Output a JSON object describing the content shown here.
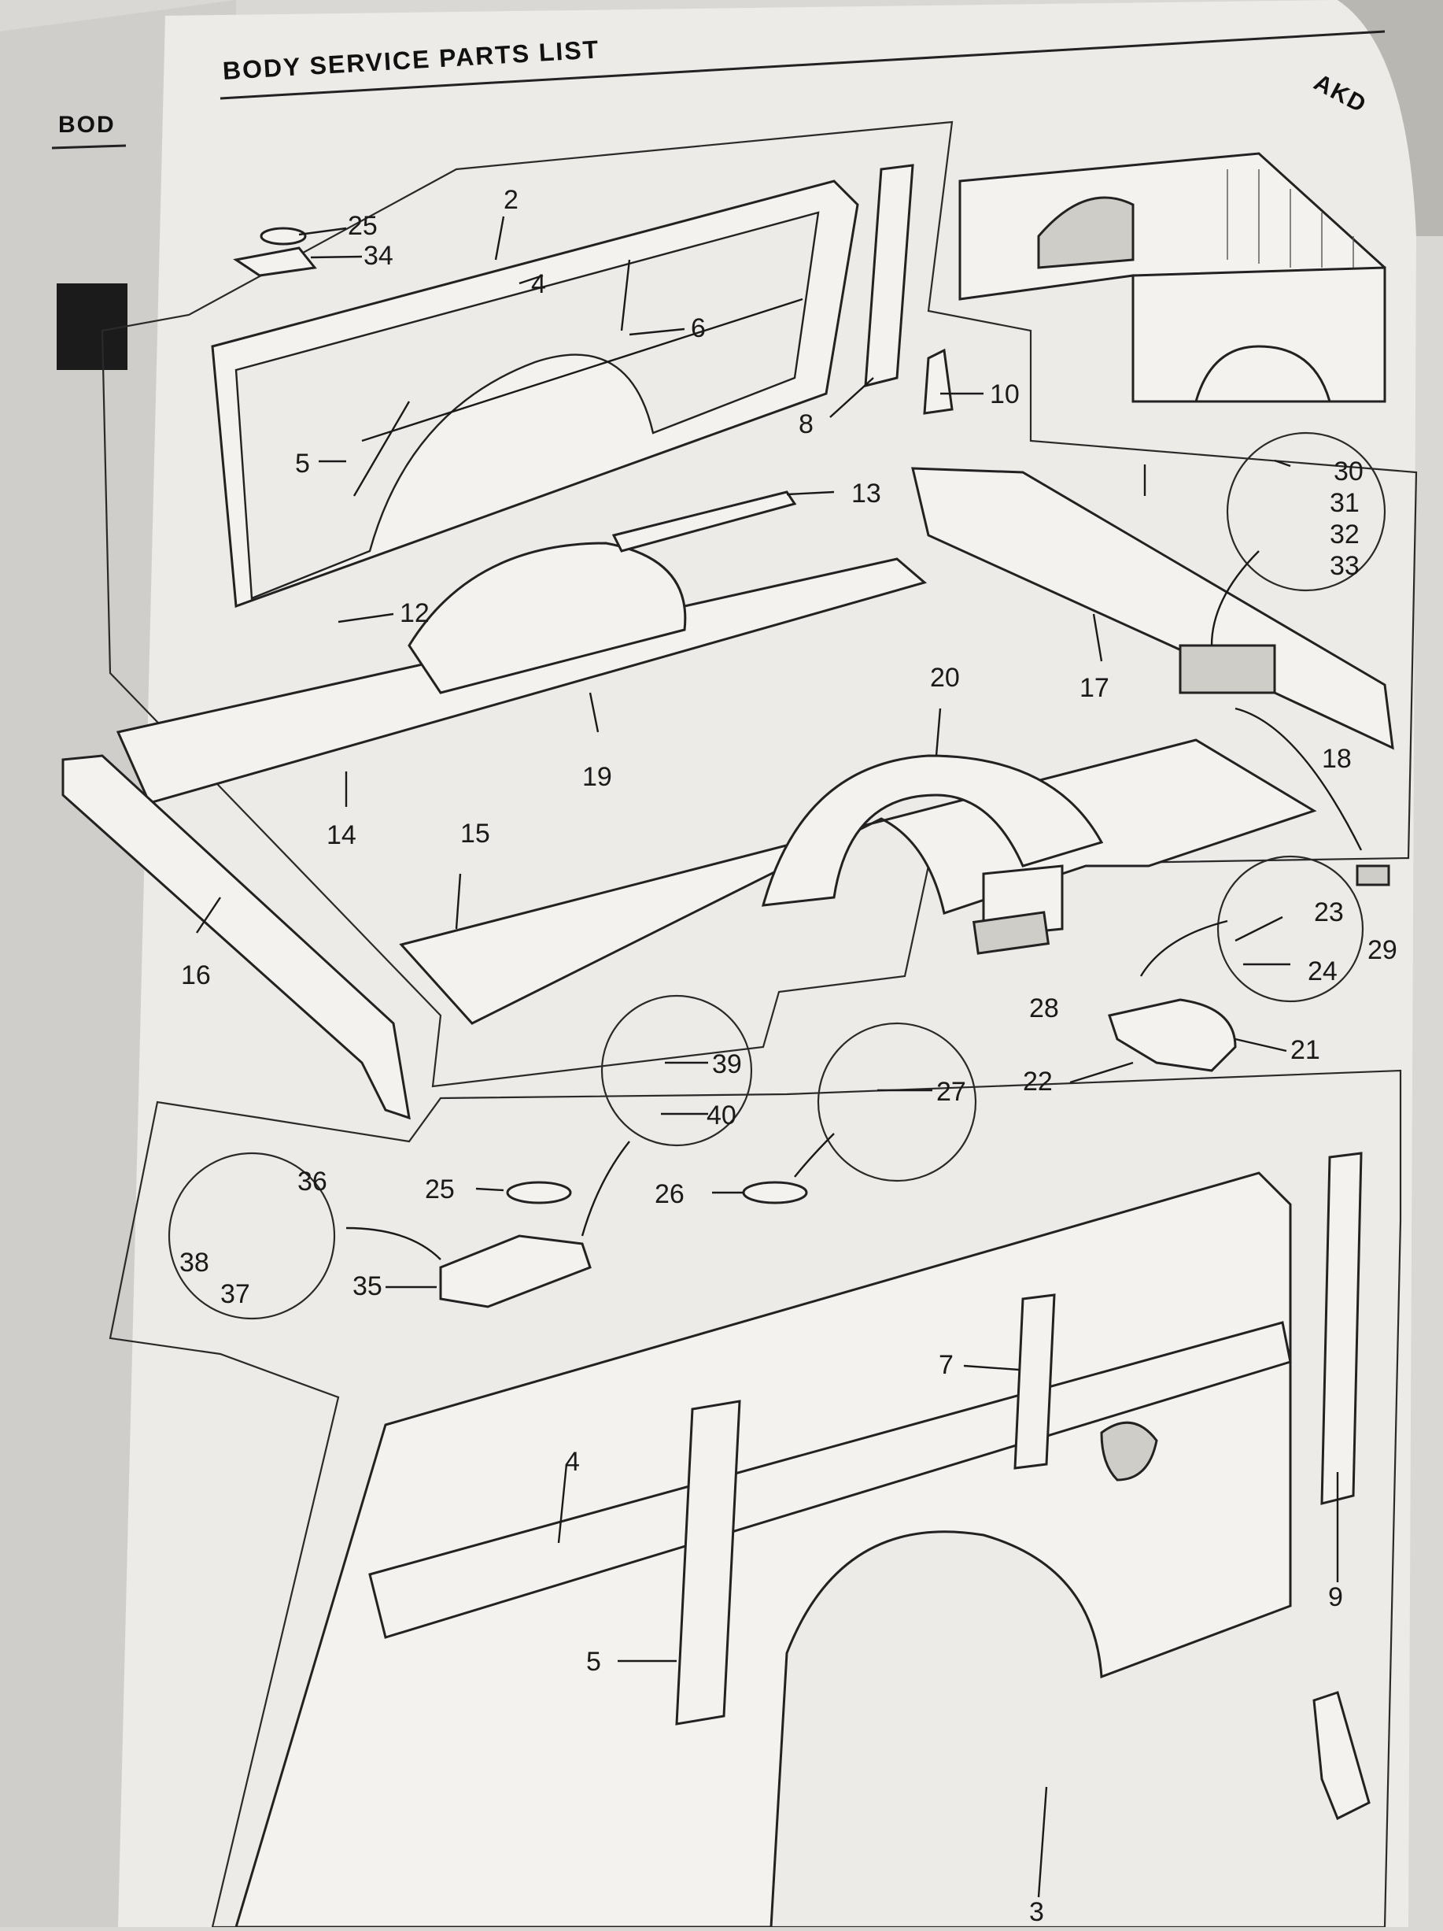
{
  "page": {
    "header_title": "BODY SERVICE PARTS LIST",
    "header_code": "AKD",
    "back_page_header": "BOD"
  },
  "callouts": {
    "c2": "2",
    "c25a": "25",
    "c34": "34",
    "c4a": "4",
    "c6": "6",
    "c5a": "5",
    "c8": "8",
    "c10": "10",
    "c13": "13",
    "c12": "12",
    "c30": "30",
    "c31": "31",
    "c32": "32",
    "c33": "33",
    "c17": "17",
    "c19": "19",
    "c14": "14",
    "c20": "20",
    "c18": "18",
    "c15": "15",
    "c16": "16",
    "c23": "23",
    "c24": "24",
    "c29": "29",
    "c28": "28",
    "c21": "21",
    "c22": "22",
    "c39": "39",
    "c40": "40",
    "c27": "27",
    "c36": "36",
    "c25b": "25",
    "c26": "26",
    "c38": "38",
    "c37": "37",
    "c35": "35",
    "c7": "7",
    "c4b": "4",
    "c9": "9",
    "c5b": "5",
    "c3": "3"
  }
}
